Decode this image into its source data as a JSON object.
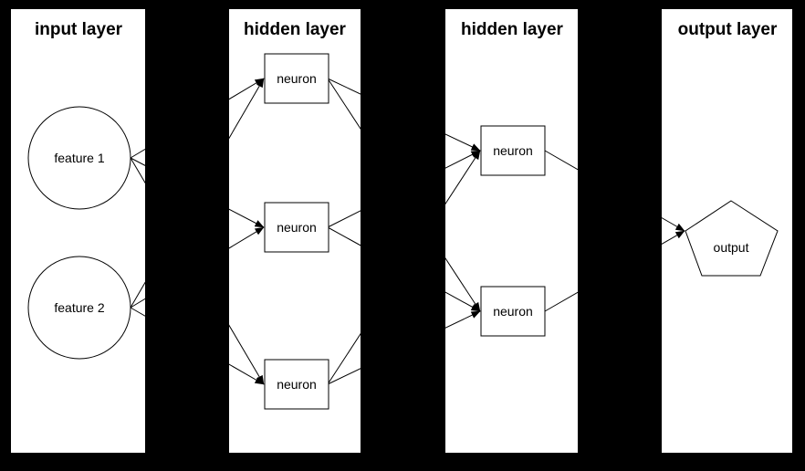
{
  "diagram": {
    "type": "neural-network",
    "colors": {
      "background": "#000000",
      "panel": "#ffffff",
      "stroke": "#000000",
      "text": "#000000"
    },
    "layers": [
      {
        "title": "input layer",
        "nodes": [
          {
            "label": "feature 1",
            "shape": "circle"
          },
          {
            "label": "feature 2",
            "shape": "circle"
          }
        ]
      },
      {
        "title": "hidden layer",
        "nodes": [
          {
            "label": "neuron",
            "shape": "rect"
          },
          {
            "label": "neuron",
            "shape": "rect"
          },
          {
            "label": "neuron",
            "shape": "rect"
          }
        ]
      },
      {
        "title": "hidden layer",
        "nodes": [
          {
            "label": "neuron",
            "shape": "rect"
          },
          {
            "label": "neuron",
            "shape": "rect"
          }
        ]
      },
      {
        "title": "output layer",
        "nodes": [
          {
            "label": "output",
            "shape": "pentagon"
          }
        ]
      }
    ],
    "connections": [
      "feature 1 -> each neuron in hidden layer 1",
      "feature 2 -> each neuron in hidden layer 1",
      "each hidden layer 1 neuron -> each hidden layer 2 neuron",
      "each hidden layer 2 neuron -> output"
    ]
  }
}
